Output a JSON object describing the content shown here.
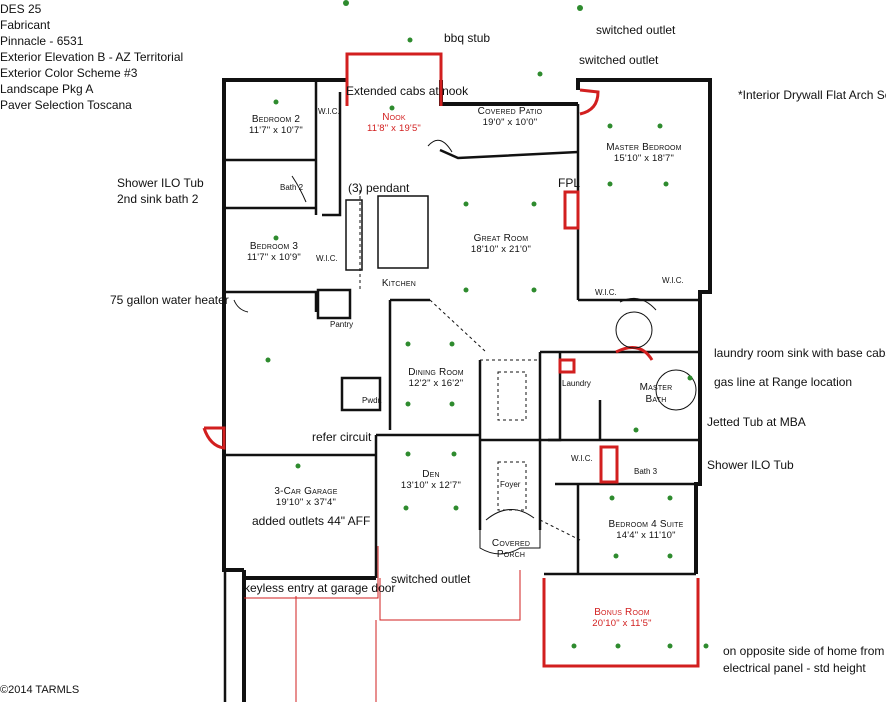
{
  "header": {
    "lines": [
      "DES 25",
      "Fabricant",
      "Pinnacle - 6531",
      "Exterior Elevation B - AZ Territorial",
      "Exterior Color Scheme #3",
      "Landscape Pkg A",
      "Paver Selection Toscana"
    ]
  },
  "notes": {
    "bbq": "bbq stub",
    "switched_outlet_1": "switched outlet",
    "switched_outlet_2": "switched outlet",
    "drywall": "*Interior Drywall Flat Arch Sof",
    "extended_cabs": "Extended cabs at nook",
    "shower_tub": "Shower ILO Tub",
    "sink_bath2": "2nd sink bath 2",
    "pendant": "(3)  pendant",
    "fpl": "FPL",
    "water_heater": "75 gallon water heater",
    "laundry_sink": "laundry room sink with base cabs",
    "gas_line": "gas line at Range location",
    "jetted_tub": "Jetted Tub at MBA",
    "shower_tub_2": "Shower ILO Tub",
    "refer_circuit": "refer circuit",
    "added_outlets": "added outlets 44\" AFF",
    "keyless": "keyless entry at garage door",
    "switched_outlet_3": "switched outlet",
    "opposite_side_1": "on opposite side of home from",
    "opposite_side_2": "electrical panel - std height",
    "copyright": "©2014 TARMLS"
  },
  "rooms": {
    "bedroom2": {
      "name": "Bedroom 2",
      "size": "11'7\" x 10'7\""
    },
    "nook": {
      "name": "Nook",
      "size": "11'8\" x 19'5\""
    },
    "covered_patio": {
      "name": "Covered Patio",
      "size": "19'0\" x 10'0\""
    },
    "master_bedroom": {
      "name": "Master Bedroom",
      "size": "15'10\" x 18'7\""
    },
    "bath2": {
      "name": "Bath 2"
    },
    "bedroom3": {
      "name": "Bedroom 3",
      "size": "11'7\" x 10'9\""
    },
    "great_room": {
      "name": "Great Room",
      "size": "18'10\" x 21'0\""
    },
    "kitchen": {
      "name": "Kitchen"
    },
    "pantry": {
      "name": "Pantry"
    },
    "dining_room": {
      "name": "Dining Room",
      "size": "12'2\" x 16'2\""
    },
    "pwdr": {
      "name": "Pwdr."
    },
    "laundry": {
      "name": "Laundry"
    },
    "master_bath": {
      "name": "Master Bath"
    },
    "wic_bed2": {
      "name": "W.I.C."
    },
    "wic_bed3": {
      "name": "W.I.C."
    },
    "wic_master1": {
      "name": "W.I.C."
    },
    "wic_master2": {
      "name": "W.I.C."
    },
    "wic_bath3": {
      "name": "W.I.C."
    },
    "bath3": {
      "name": "Bath 3"
    },
    "den": {
      "name": "Den",
      "size": "13'10\" x 12'7\""
    },
    "foyer": {
      "name": "Foyer"
    },
    "garage": {
      "name": "3-Car Garage",
      "size": "19'10\" x 37'4\""
    },
    "bedroom4": {
      "name": "Bedroom 4 Suite",
      "size": "14'4\" x 11'10\""
    },
    "covered_porch": {
      "name": "Covered Porch"
    },
    "bonus_room": {
      "name": "Bonus Room",
      "size": "20'10\" x 11'5\""
    }
  },
  "colors": {
    "wall": "#111111",
    "highlight": "#d21f1f",
    "fixture": "#2e8b2e"
  }
}
